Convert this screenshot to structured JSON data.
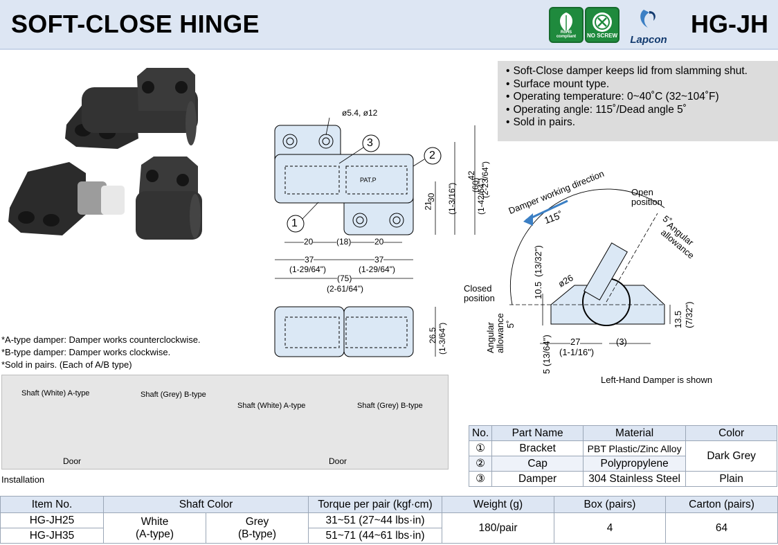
{
  "header": {
    "title": "SOFT-CLOSE HINGE",
    "product_code": "HG-JH",
    "badges": [
      "RoHS compliant",
      "NO SCREW"
    ],
    "brand": "Lapcon",
    "accent_color": "#dde6f3",
    "badge_color": "#1f8a3d"
  },
  "features": [
    "Soft-Close damper keeps lid from slamming shut.",
    "Surface mount type.",
    "Operating temperature: 0~40˚C (32~104˚F)",
    "Operating angle: 115˚/Dead angle 5˚",
    "Sold in pairs."
  ],
  "drawing": {
    "hole_dims": "ø5.4, ø12",
    "callouts": [
      "1",
      "2",
      "3"
    ],
    "dim_42": "42",
    "dim_42_in": "(1-42/64\")",
    "dim_60": "(60)",
    "dim_60_in": "(2-23/64\")",
    "dim_21": "21",
    "dim_30": "30",
    "dim_30_in": "(1-3/16\")",
    "dim_20a": "20",
    "dim_18": "(18)",
    "dim_20b": "20",
    "dim_37a": "37",
    "dim_37a_in": "(1-29/64\")",
    "dim_37b": "37",
    "dim_37b_in": "(1-29/64\")",
    "dim_75": "(75)",
    "dim_75_in": "(2-61/64\")",
    "dim_265": "26.5",
    "dim_265_in": "(1-3/64\")",
    "pat": "PAT.P"
  },
  "side_view": {
    "damper_direction": "Damper working direction",
    "angle_115": "115˚",
    "open_position": "Open position",
    "angular_allowance": "Angular allowance",
    "angle_5": "5˚",
    "closed_position": "Closed position",
    "dim_26": "ø26",
    "dim_105": "10.5",
    "dim_105_in": "(13/32\")",
    "dim_135": "13.5",
    "dim_135_in": "(7/32\")",
    "dim_27": "27",
    "dim_27_in": "(1-1/16\")",
    "dim_3": "(3)",
    "dim_5": "5",
    "dim_5_in": "(13/64\")",
    "caption": "Left-Hand Damper is shown"
  },
  "notes": [
    "*A-type damper: Damper works counterclockwise.",
    "*B-type damper: Damper works clockwise.",
    "*Sold in pairs. (Each of A/B type)"
  ],
  "installation": {
    "caption": "Installation",
    "shaft_white_a": "Shaft (White) A-type",
    "shaft_grey_b": "Shaft (Grey) B-type",
    "door": "Door"
  },
  "parts_table": {
    "headers": [
      "No.",
      "Part Name",
      "Material",
      "Color"
    ],
    "rows": [
      {
        "no": "①",
        "name": "Bracket",
        "material": "PBT Plastic/Zinc Alloy"
      },
      {
        "no": "②",
        "name": "Cap",
        "material": "Polypropylene"
      },
      {
        "no": "③",
        "name": "Damper",
        "material": "304 Stainless Steel",
        "color": "Plain"
      }
    ],
    "shared_color": "Dark Grey"
  },
  "spec_table": {
    "headers": [
      "Item No.",
      "Shaft Color",
      "Torque per pair (kgf·cm)",
      "Weight (g)",
      "Box (pairs)",
      "Carton (pairs)"
    ],
    "items": [
      "HG-JH25",
      "HG-JH35"
    ],
    "shaft_white": "White",
    "shaft_white_type": "(A-type)",
    "shaft_grey": "Grey",
    "shaft_grey_type": "(B-type)",
    "torques": [
      "31~51 (27~44 lbs·in)",
      "51~71 (44~61 lbs·in)"
    ],
    "weight": "180/pair",
    "box": "4",
    "carton": "64"
  }
}
